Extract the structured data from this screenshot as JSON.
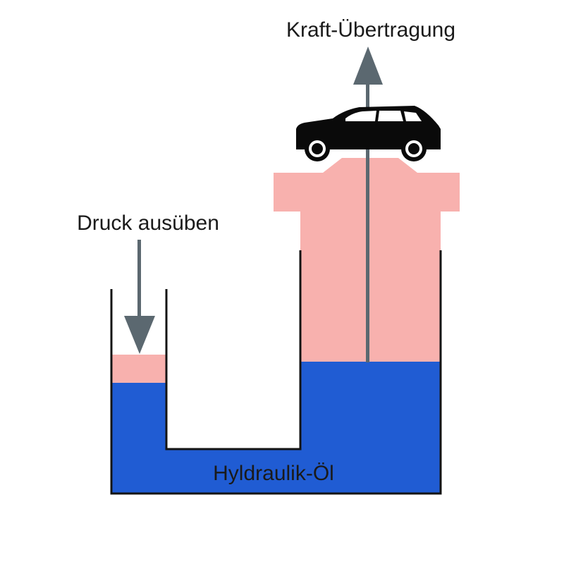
{
  "labels": {
    "force_transfer": "Kraft-Übertragung",
    "apply_pressure": "Druck ausüben",
    "hydraulic_oil": "Hyldraulik-Öl"
  },
  "icons": {
    "car": "car-icon",
    "down_arrow": "arrow-down-icon",
    "up_arrow": "arrow-up-icon"
  },
  "colors": {
    "oil": "#205cd3",
    "piston": "#f8b1ae",
    "arrow": "#5b6870",
    "wall": "#141414",
    "car": "#0a0a0a"
  }
}
